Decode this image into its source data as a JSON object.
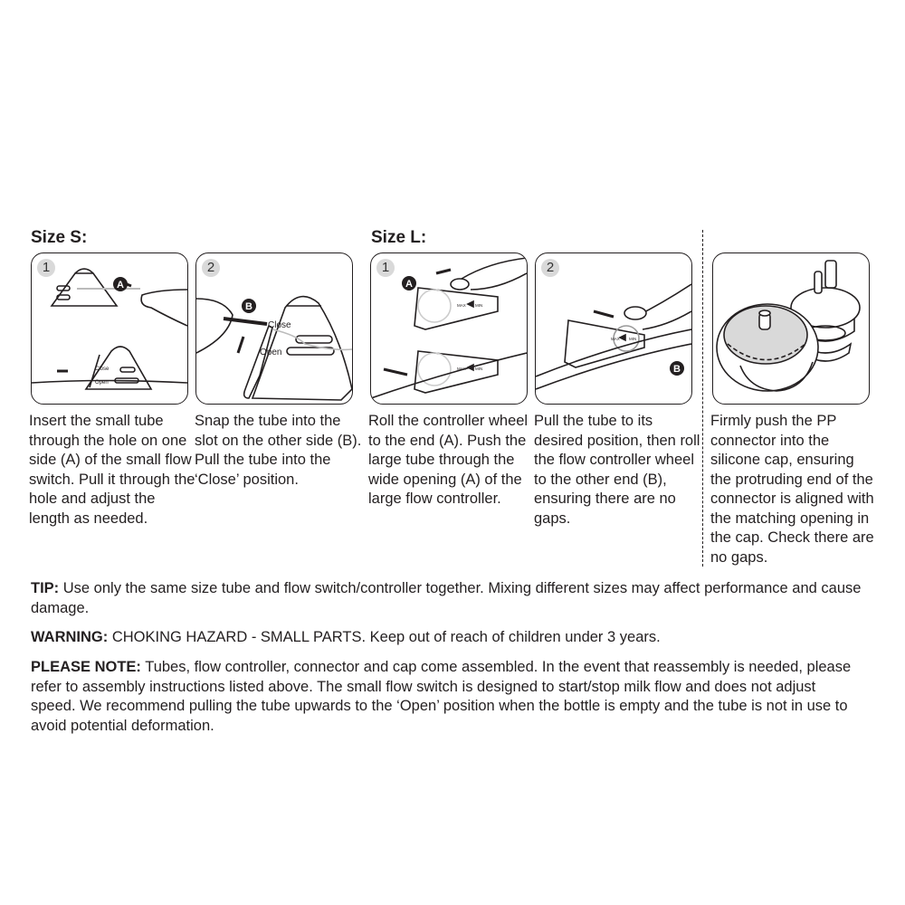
{
  "sections": {
    "size_s": "Size S:",
    "size_l": "Size L:"
  },
  "panels": [
    {
      "step": "1",
      "labels": {
        "a": "A",
        "close": "Close",
        "open": "Open"
      },
      "text": "Insert the small tube through the hole on one side (A) of the small flow switch. Pull it through the hole and adjust the length as needed."
    },
    {
      "step": "2",
      "labels": {
        "b": "B",
        "close": "Close",
        "open": "Open"
      },
      "text": "Snap the tube into the slot on the other side (B). Pull the tube into the ‘Close’ position."
    },
    {
      "step": "1",
      "labels": {
        "a": "A",
        "max": "MAX",
        "min": "MIN"
      },
      "text": "Roll the controller wheel to the end (A). Push the large tube through the wide opening (A) of the large flow controller."
    },
    {
      "step": "2",
      "labels": {
        "b": "B",
        "max": "MAX",
        "min": "MIN"
      },
      "text": "Pull the tube to its desired position, then roll the flow controller wheel to the other end (B), ensuring there are no gaps."
    },
    {
      "step": "",
      "labels": {},
      "text": "Firmly push the PP connector into the silicone cap, ensuring the protruding end of the connector is aligned with the matching opening in the cap. Check there are no gaps."
    }
  ],
  "notes": {
    "tip_label": "TIP:",
    "tip_text": " Use only the same size tube and flow switch/controller together. Mixing different sizes may affect performance and cause damage.",
    "warning_label": "WARNING:",
    "warning_text": " CHOKING HAZARD - SMALL PARTS. Keep out of reach of children under 3 years.",
    "please_note_label": "PLEASE NOTE:",
    "please_note_text": " Tubes, flow controller, connector and cap come assembled. In the event that reassembly is needed, please refer to assembly instructions listed above. The small flow switch is designed to start/stop milk flow and does not adjust speed. We recommend pulling the tube upwards to the ‘Open’ position when the bottle is empty and the tube is not in use to avoid potential deformation."
  },
  "colors": {
    "ink": "#231f20",
    "step_badge": "#d9d9d9",
    "cap_fill": "#d9d9d9"
  }
}
